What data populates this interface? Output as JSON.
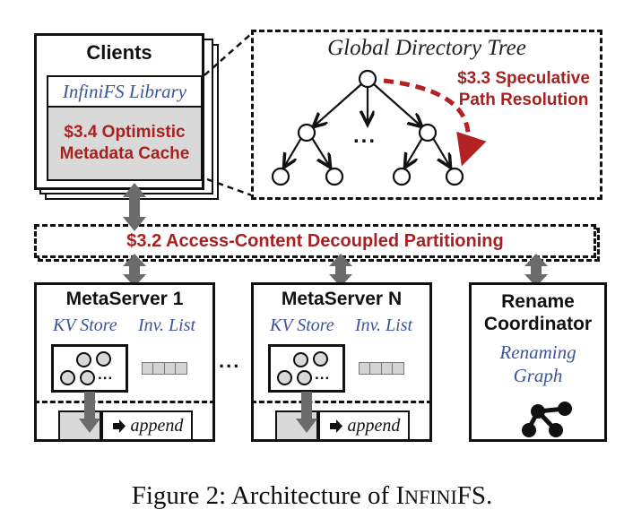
{
  "colors": {
    "accent_red": "#A82121",
    "arrow_red": "#B22222",
    "accent_blue": "#3C5499",
    "arrow_gray": "#6B6B6B",
    "fill_gray": "#D9D9D9"
  },
  "clients": {
    "title": "Clients",
    "library_label": "InfiniFS Library",
    "cache_label_line1": "$3.4 Optimistic",
    "cache_label_line2": "Metadata Cache"
  },
  "directory_tree": {
    "title": "Global Directory Tree",
    "annotation_line1": "$3.3 Speculative",
    "annotation_line2": "Path Resolution",
    "ellipsis": "..."
  },
  "partitioning_bar": {
    "label": "$3.2 Access-Content Decoupled Partitioning"
  },
  "separator_ellipsis": "...",
  "metaservers": [
    {
      "title": "MetaServer 1",
      "kv_label": "KV Store",
      "inv_label": "Inv. List",
      "kv_ellipsis": "...",
      "append_label": "append"
    },
    {
      "title": "MetaServer N",
      "kv_label": "KV Store",
      "inv_label": "Inv. List",
      "kv_ellipsis": "...",
      "append_label": "append"
    }
  ],
  "rename_coordinator": {
    "title_line1": "Rename",
    "title_line2": "Coordinator",
    "graph_label_line1": "Renaming",
    "graph_label_line2": "Graph"
  },
  "caption": {
    "prefix": "Figure 2: Architecture of ",
    "name_cap1": "I",
    "name_small": "NFINI",
    "name_cap2": "FS",
    "suffix": "."
  }
}
